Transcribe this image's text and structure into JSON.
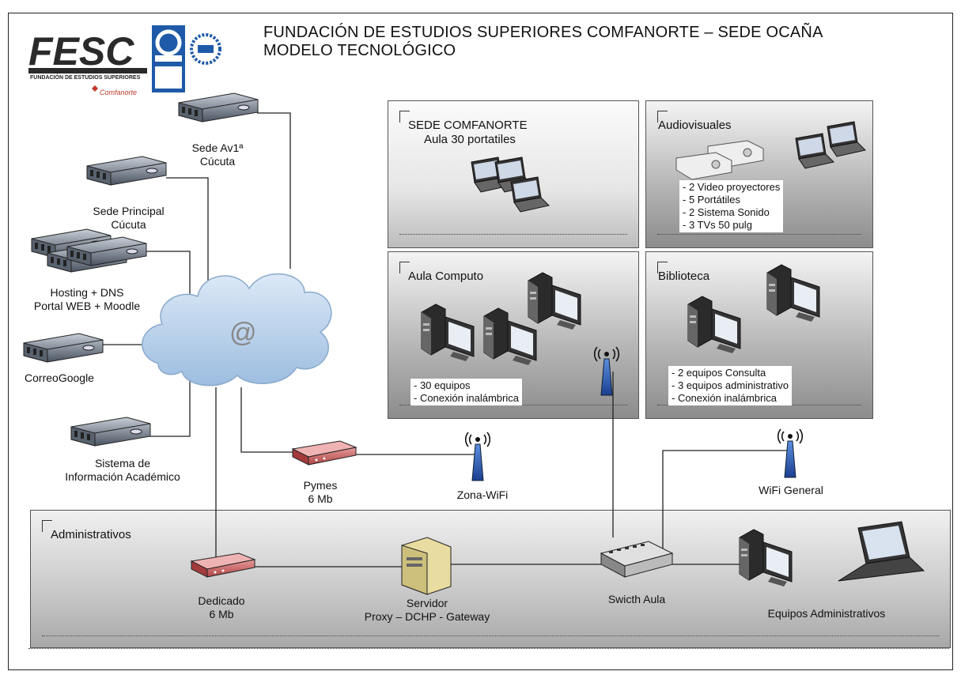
{
  "header": {
    "title_line1": "FUNDACIÓN DE ESTUDIOS SUPERIORES COMFANORTE – SEDE OCAÑA",
    "title_line2": "MODELO TECNOLÓGICO",
    "logo_text": "FESC",
    "logo_subtext": "FUNDACIÓN DE ESTUDIOS SUPERIORES",
    "logo_brand": "Comfanorte"
  },
  "cloud": {
    "symbol": "@"
  },
  "left_nodes": {
    "sede_av1": [
      "Sede Av1ª",
      "Cúcuta"
    ],
    "sede_principal": [
      "Sede Principal",
      "Cúcuta"
    ],
    "hosting": [
      "Hosting + DNS",
      "Portal WEB + Moodle"
    ],
    "correo": [
      "CorreoGoogle"
    ],
    "sistema": [
      "Sistema de",
      "Información Académico"
    ]
  },
  "panels": {
    "sede_comfanorte": {
      "title": "SEDE COMFANORTE",
      "subtitle": "Aula 30 portatiles"
    },
    "audiovisuales": {
      "title": "Audiovisuales",
      "items": [
        "- 2 Video proyectores",
        "- 5 Portátiles",
        "- 2 Sistema Sonido",
        "- 3 TVs 50 pulg"
      ]
    },
    "aula_computo": {
      "title": "Aula Computo",
      "items": [
        "- 30 equipos",
        "- Conexión inalámbrica"
      ]
    },
    "biblioteca": {
      "title": "Biblioteca",
      "items": [
        "- 2 equipos Consulta",
        "- 3 equipos administrativo",
        "- Conexión inalámbrica"
      ]
    },
    "administrativos": {
      "title": "Administrativos"
    }
  },
  "devices": {
    "pymes": [
      "Pymes",
      "6 Mb"
    ],
    "zona_wifi": [
      "Zona-WiFi"
    ],
    "wifi_general": [
      "WiFi General"
    ],
    "dedicado": [
      "Dedicado",
      "6 Mb"
    ],
    "servidor": [
      "Servidor",
      "Proxy – DCHP - Gateway"
    ],
    "switch": [
      "Swicth Aula"
    ],
    "equipos_admin": [
      "Equipos Administrativos"
    ]
  }
}
